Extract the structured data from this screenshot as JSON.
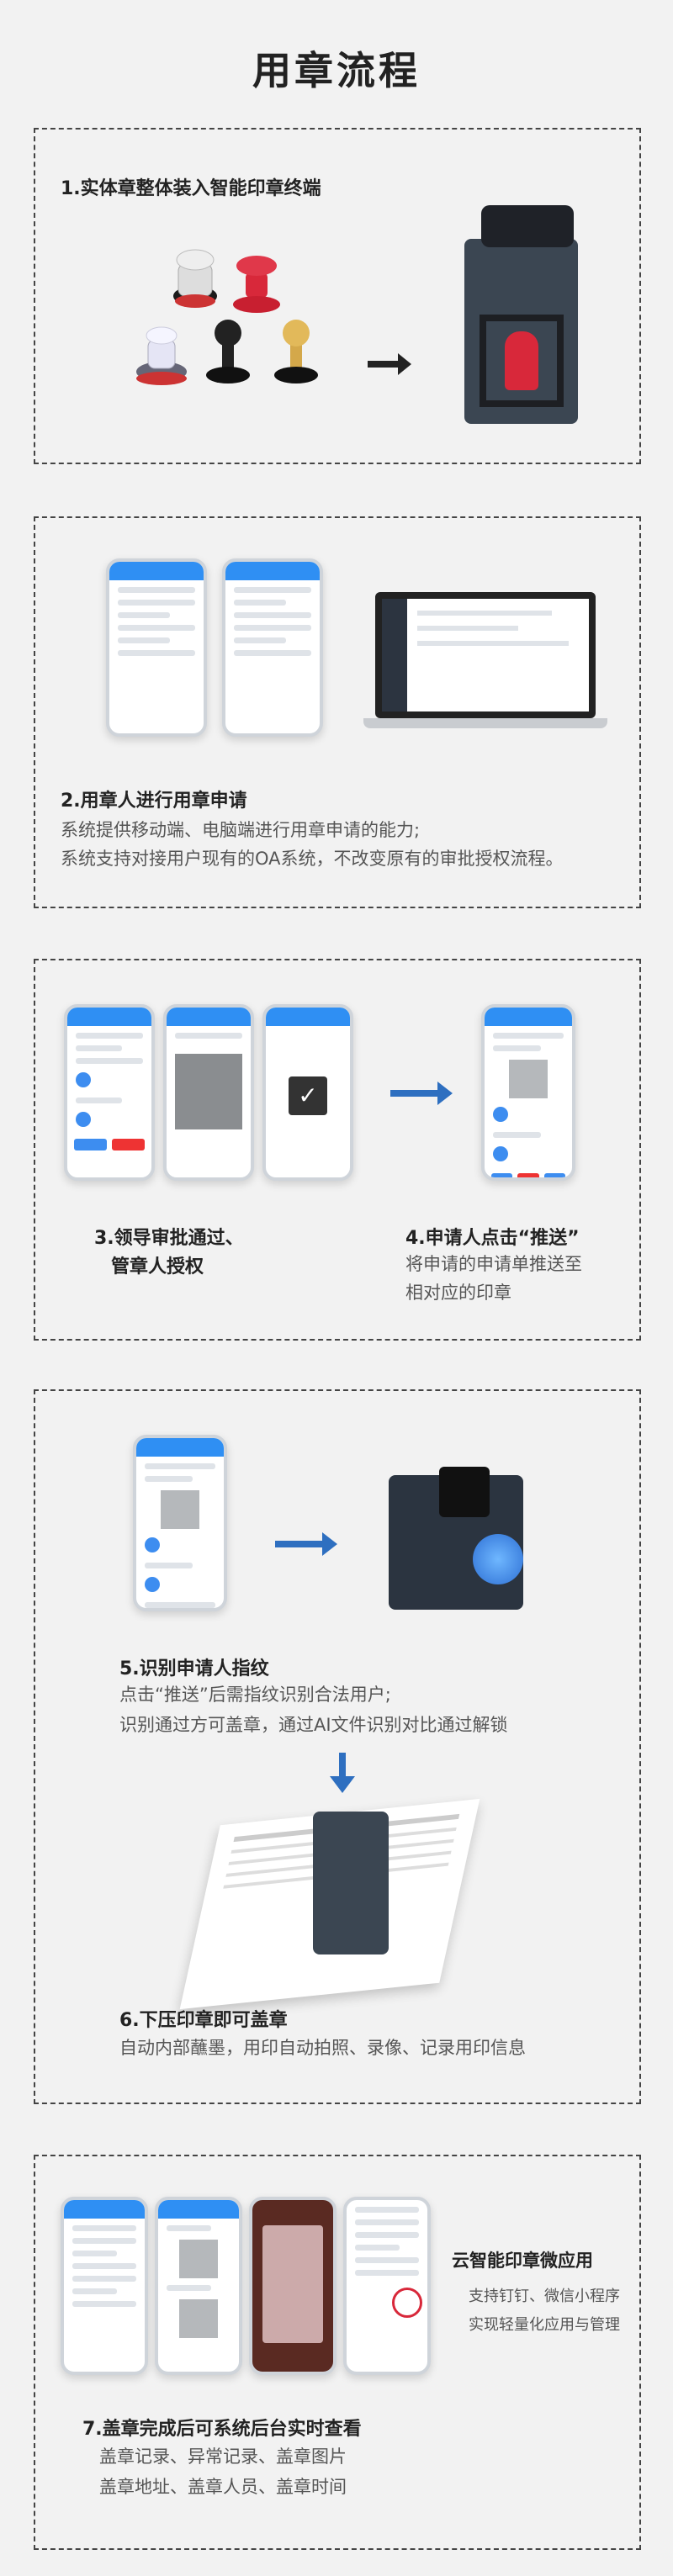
{
  "title": "用章流程",
  "steps": {
    "s1": {
      "heading": "1.实体章整体装入智能印章终端"
    },
    "s2": {
      "heading": "2.用章人进行用章申请",
      "lines": [
        "系统提供移动端、电脑端进行用章申请的能力;",
        "系统支持对接用户现有的OA系统，不改变原有的审批授权流程。"
      ]
    },
    "s3": {
      "heading_l1": "3.领导审批通过、",
      "heading_l2": "管章人授权"
    },
    "s4": {
      "heading": "4.申请人点击“推送”",
      "lines": [
        "将申请的申请单推送至",
        "相对应的印章"
      ]
    },
    "s5": {
      "heading": "5.识别申请人指纹",
      "lines": [
        "点击“推送”后需指纹识别合法用户;",
        "识别通过方可盖章，通过AI文件识别对比通过解锁"
      ]
    },
    "s6": {
      "heading": "6.下压印章即可盖章",
      "lines": [
        "自动内部蘸墨，用印自动拍照、录像、记录用印信息"
      ]
    },
    "s7": {
      "heading": "7.盖章完成后可系统后台实时查看",
      "lines": [
        "盖章记录、异常记录、盖章图片",
        "盖章地址、盖章人员、盖章时间"
      ],
      "side_title": "云智能印章微应用",
      "side_lines": [
        "支持钉钉、微信小程序",
        "实现轻量化应用与管理"
      ]
    }
  },
  "colors": {
    "accent": "#2f8ff3",
    "arrow": "#2e6fc0",
    "stamp_red": "#d8283a",
    "device": "#3b4652"
  }
}
